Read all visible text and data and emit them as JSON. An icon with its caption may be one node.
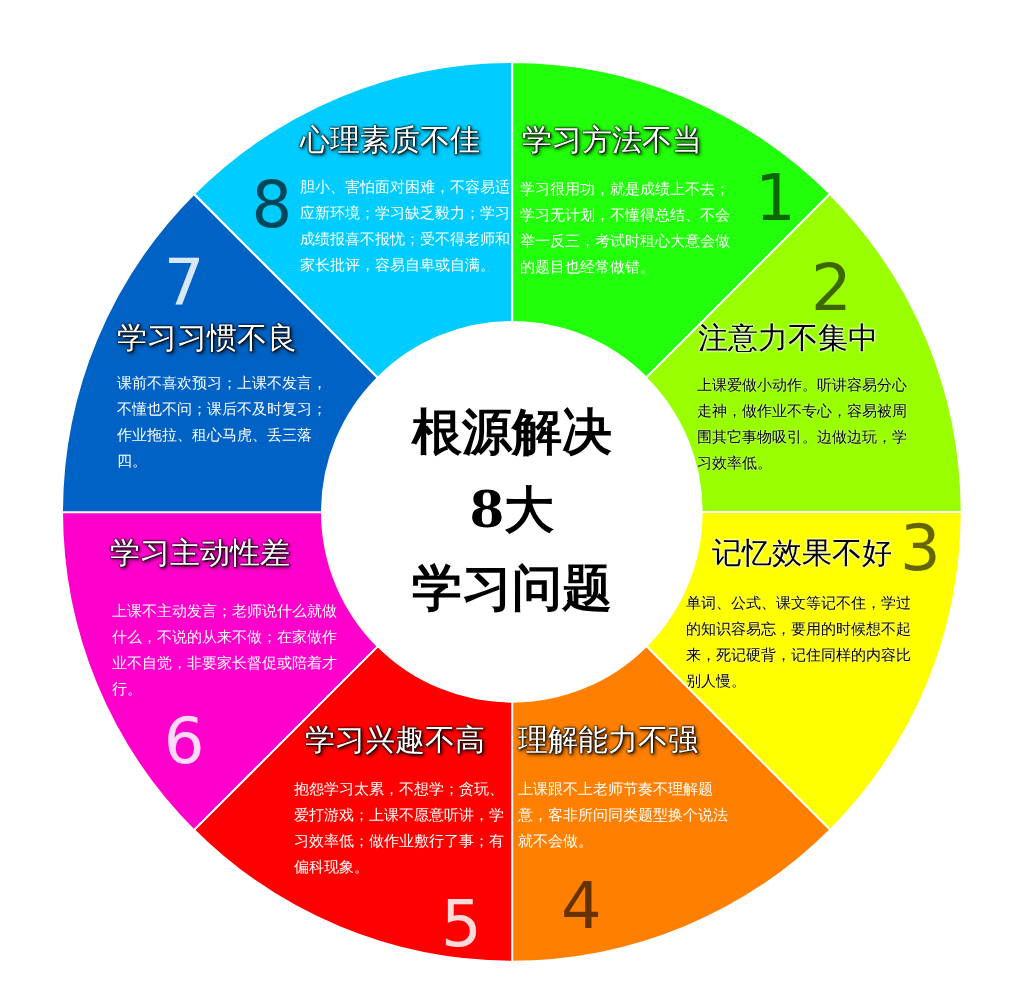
{
  "diagram": {
    "nodes": [
      {
        "text": [
          "根源解决",
          "8大",
          "学习问题"
        ]
      },
      {
        "text": [
          "学习方法不当",
          "学习很用功，就是成绩上不去；学习无计划，不懂得总结、不会举一反三，考试时租心大意会做的题目也经常做错。"
        ]
      },
      {
        "text": [
          "注意力不集中",
          "上课爱做小动作。听讲容易分心走神，做作业不专心，容易被周围其它事物吸引。边做边玩，学习效率低。"
        ]
      },
      {
        "text": [
          "记忆效果不好",
          "单词、公式、课文等记不住，学过的知识容易忘，要用的时候想不起来，死记硬背，记住同样的内容比别人慢。"
        ]
      },
      {
        "text": [
          "理解能力不强",
          "上课跟不上老师节奏不理解题意，客非所问同类题型换个说法就不会做。"
        ]
      },
      {
        "text": [
          "学习兴趣不高",
          "抱怨学习太累，不想学；贪玩、爱打游戏；上课不愿意听讲，学习效率低；做作业敷行了事；有偏科现象。"
        ]
      },
      {
        "text": [
          "学习主动性差",
          "上课不主动发言；老师说什么就做什么，不说的从来不做；在家做作业不自觉，非要家长督促或陪着才行。"
        ]
      },
      {
        "text": [
          "学习习惯不良",
          "课前不喜欢预习；上课不发言，不懂也不问；课后不及时复习；作业拖拉、租心马虎、丢三落四。"
        ]
      },
      {
        "text": [
          "心理素质不佳",
          "胆小、害怕面对困难，不容易适应新环境；学习缺乏毅力；学习成绩报喜不报忧；受不得老师和家长批评，容易自卑或自满。"
        ]
      }
    ],
    "labels": [
      "1",
      "2",
      "3",
      "4",
      "5",
      "6",
      "7",
      "8"
    ]
  }
}
